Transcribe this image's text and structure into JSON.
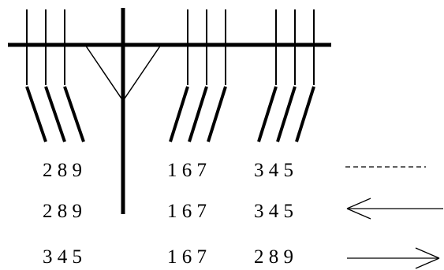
{
  "colors": {
    "line": "#000000",
    "background": "#ffffff"
  },
  "rows": [
    {
      "groups": [
        "2 8 9",
        "1 6 7",
        "3 4 5"
      ],
      "indicator": "dashed-line"
    },
    {
      "groups": [
        "2 8 9",
        "1 6 7",
        "3 4 5"
      ],
      "indicator": "arrow-left-icon"
    },
    {
      "groups": [
        "3 4 5",
        "1 6 7",
        "2 8 9"
      ],
      "indicator": "arrow-right-icon"
    }
  ]
}
